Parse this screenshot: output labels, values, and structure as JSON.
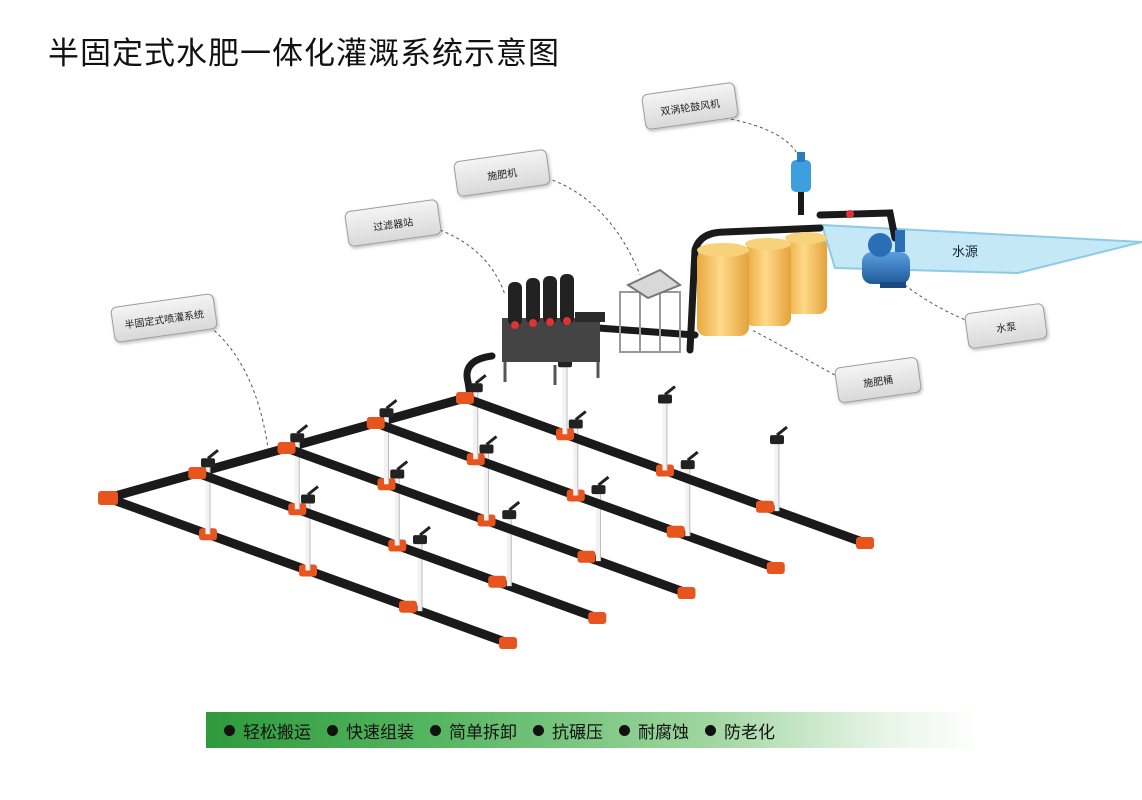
{
  "title": "半固定式水肥一体化灌溉系统示意图",
  "labels": {
    "blower": "双涡轮鼓风机",
    "fertilizer_machine": "施肥机",
    "filter_station": "过滤器站",
    "sprinkler_system": "半固定式喷灌系统",
    "water_source": "水源",
    "pump": "水泵",
    "fertilizer_tank": "施肥桶"
  },
  "features": [
    "轻松搬运",
    "快速组装",
    "简单拆卸",
    "抗碾压",
    "耐腐蚀",
    "防老化"
  ],
  "colors": {
    "pipe": "#1a1a1a",
    "fitting": "#e8541d",
    "tank": "#f5c462",
    "water": "#bfe6f5",
    "pump": "#2a6fb5",
    "blower": "#3d9fe0",
    "bar_start": "#2e9a3c"
  },
  "icons": [
    "sprinkler-head-icon",
    "tank-icon",
    "pump-icon",
    "blower-icon",
    "filter-icon"
  ]
}
